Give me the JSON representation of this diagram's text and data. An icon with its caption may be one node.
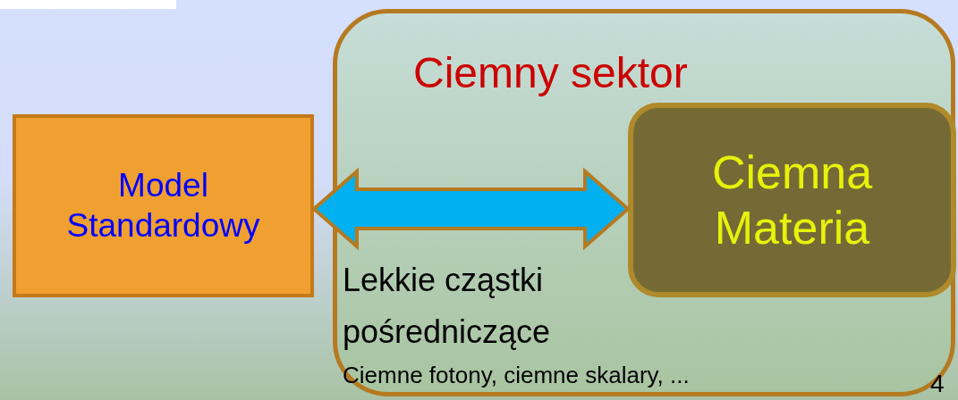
{
  "diagram": {
    "nodes": [
      {
        "text": [
          "Ciemny sektor",
          "Lekkie cząstki pośredniczące",
          "Ciemne fotony, ciemne skalary, ..."
        ]
      },
      {
        "text": [
          "Model Standardowy"
        ]
      },
      {
        "text": [
          "Ciemna Materia"
        ],
        "in": 0
      }
    ],
    "edges": [
      {
        "from": 1,
        "to": 2,
        "arrow": "both",
        "style": "thick",
        "color": "#00b0f0"
      }
    ],
    "labels": [
      "4"
    ]
  }
}
